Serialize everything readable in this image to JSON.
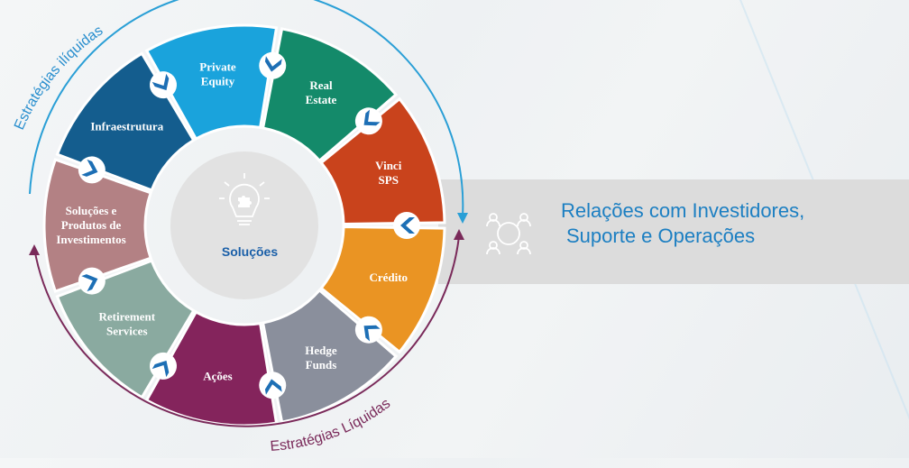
{
  "diagram": {
    "center_label": "Soluções",
    "segments": [
      {
        "label": [
          "Private",
          "Equity"
        ],
        "color": "#1aa3dc"
      },
      {
        "label": [
          "Real",
          "Estate"
        ],
        "color": "#148a6a"
      },
      {
        "label": [
          "Vinci",
          "SPS"
        ],
        "color": "#c9431c"
      },
      {
        "label": [
          "Crédito"
        ],
        "color": "#ea9423"
      },
      {
        "label": [
          "Hedge",
          "Funds"
        ],
        "color": "#8a8f9c"
      },
      {
        "label": [
          "Ações"
        ],
        "color": "#84245c"
      },
      {
        "label": [
          "Retirement",
          "Services"
        ],
        "color": "#8aaaa0"
      },
      {
        "label": [
          "Soluções e",
          "Produtos de",
          "Investimentos"
        ],
        "color": "#b38184"
      },
      {
        "label": [
          "Infraestrutura"
        ],
        "color": "#145d8e"
      }
    ],
    "arc_top_label": "Estratégias ilíquidas",
    "arc_bottom_label": "Estratégias Líquidas",
    "arc_top_color": "#2a9fd6",
    "arc_bottom_color": "#7a2a5a",
    "chevron_color": "#1d6fb5",
    "center_disc_color": "#e2e2e2"
  },
  "side_panel": {
    "line1": "Relações com Investidores,",
    "line2": "Suporte e Operações",
    "text_color": "#1c7fc2",
    "band_color": "#dcdcdc"
  }
}
